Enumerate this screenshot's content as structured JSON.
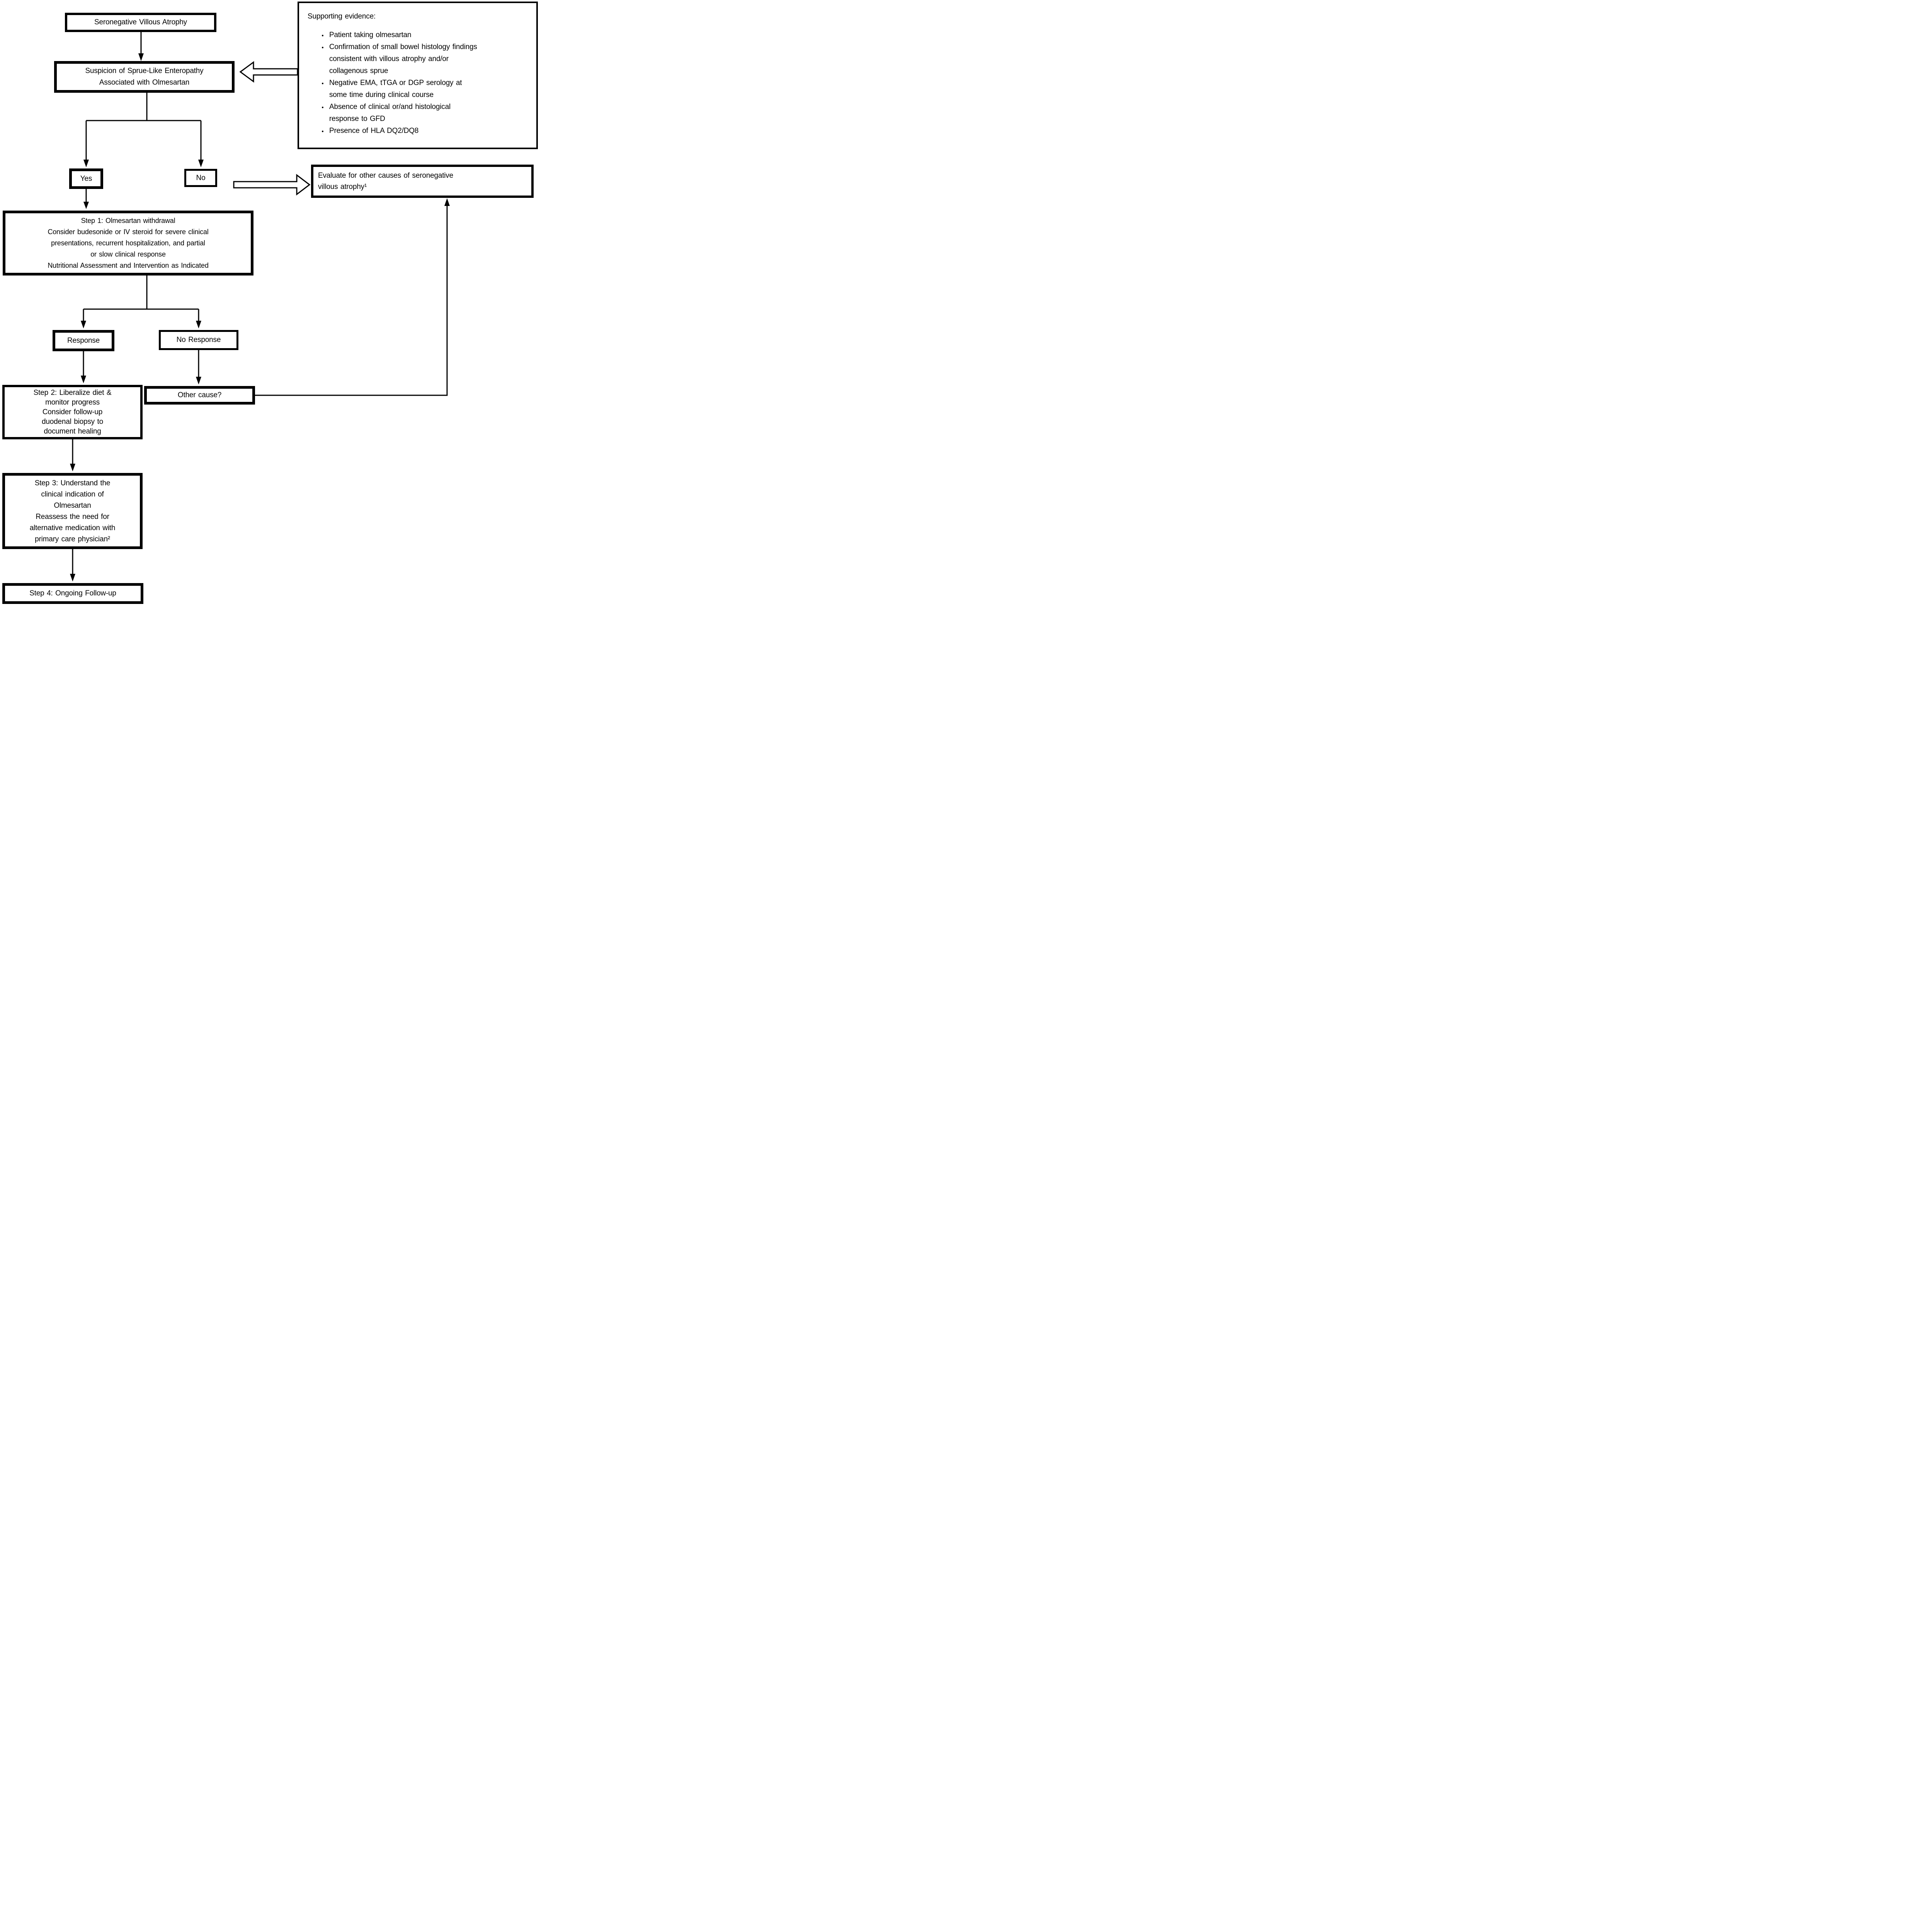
{
  "nodes": {
    "seronegative": {
      "text": "Seronegative Villous Atrophy"
    },
    "suspicion": {
      "text": "Suspicion of Sprue-Like Enteropathy\nAssociated with Olmesartan"
    },
    "supporting_evidence": {
      "heading": "Supporting evidence:",
      "bullets": [
        "Patient taking olmesartan",
        "Confirmation of small bowel histology findings\nconsistent with villous atrophy and/or\ncollagenous sprue",
        "Negative EMA, tTGA or DGP serology at\nsome time during clinical course",
        "Absence of clinical or/and histological\nresponse to GFD",
        "Presence of HLA DQ2/DQ8"
      ]
    },
    "yes": {
      "text": "Yes"
    },
    "no": {
      "text": "No"
    },
    "evaluate": {
      "text": "Evaluate for other causes of seronegative\nvillous atrophy¹"
    },
    "step1": {
      "text": "Step 1: Olmesartan withdrawal\nConsider budesonide or IV steroid for severe clinical\npresentations, recurrent hospitalization, and partial\nor slow clinical response\nNutritional Assessment and Intervention as Indicated"
    },
    "response": {
      "text": "Response"
    },
    "no_response": {
      "text": "No Response"
    },
    "step2": {
      "text": "Step 2: Liberalize diet &\nmonitor progress\nConsider follow-up\nduodenal biopsy to\ndocument healing"
    },
    "other_cause": {
      "text": "Other cause?"
    },
    "step3": {
      "text": "Step 3: Understand the\nclinical indication of\nOlmesartan\nReassess the need for\nalternative medication with\nprimary care physician²"
    },
    "step4": {
      "text": "Step 4: Ongoing Follow-up"
    }
  },
  "colors": {
    "ink": "#000000",
    "paper": "#ffffff"
  }
}
